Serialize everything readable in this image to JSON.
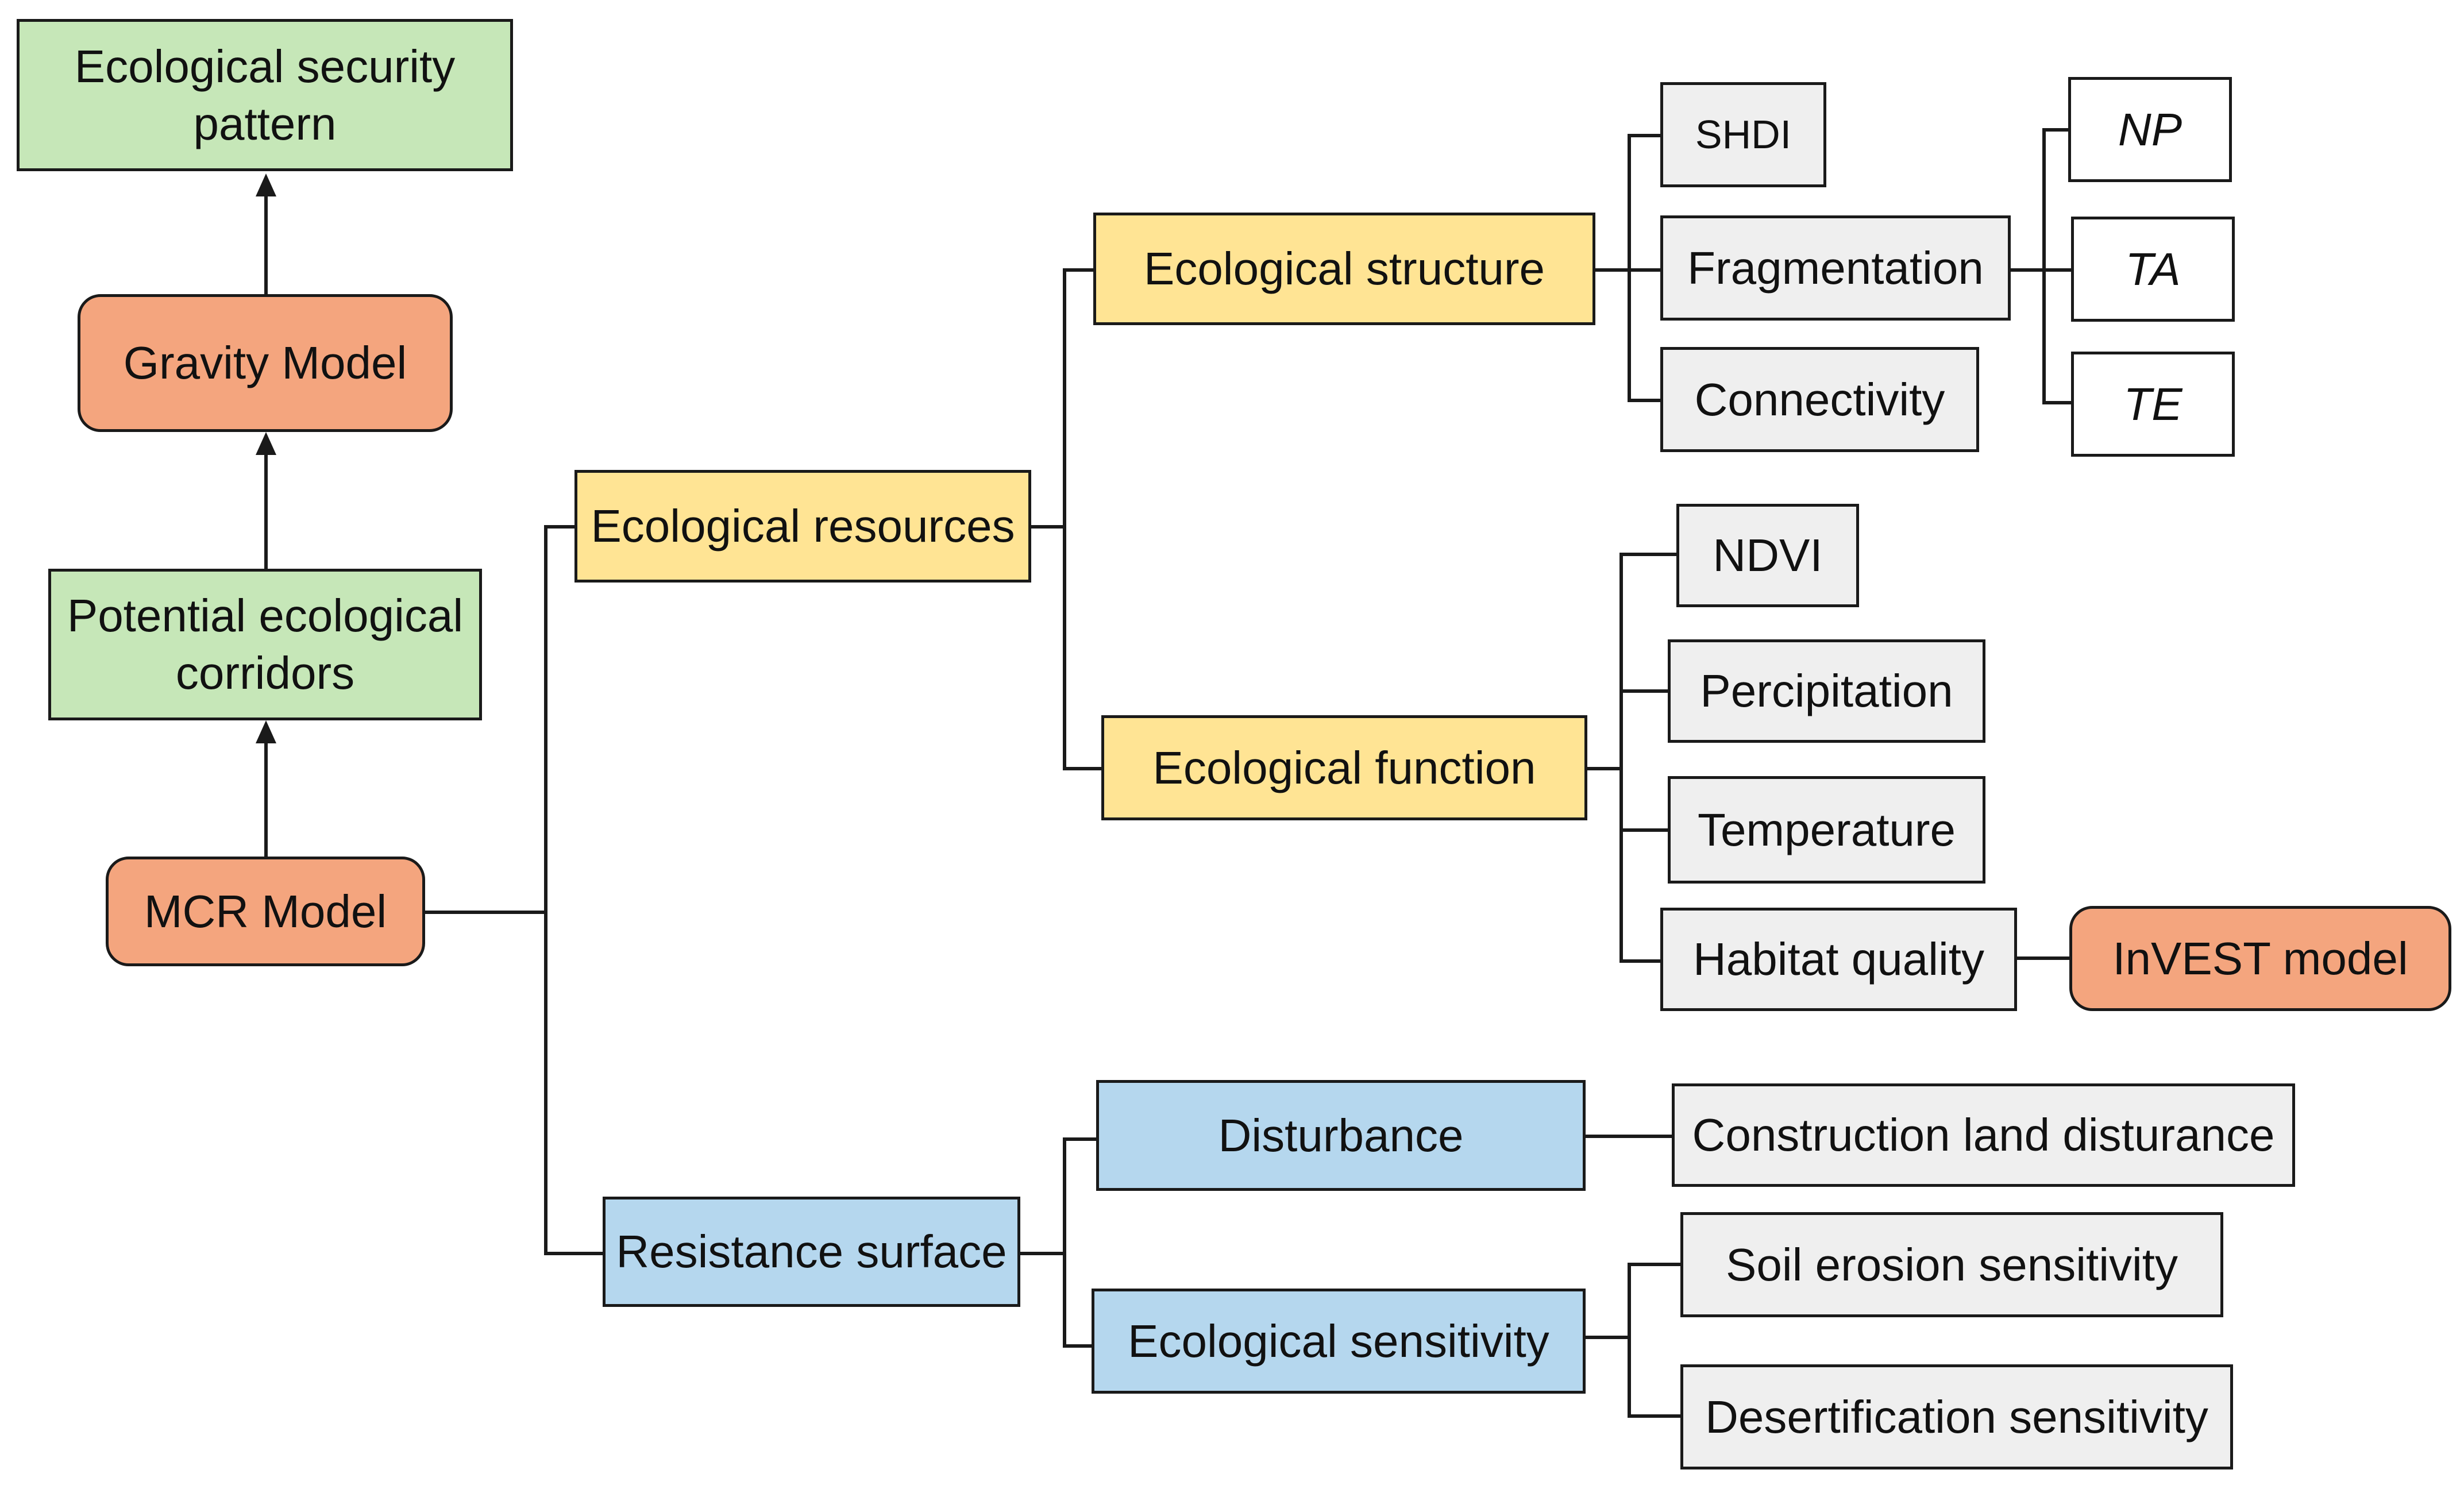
{
  "nodes": {
    "security_pattern": "Ecological security pattern",
    "gravity_model": "Gravity Model",
    "potential_corridors": "Potential ecological corridors",
    "mcr_model": "MCR Model",
    "ecological_resources": "Ecological resources",
    "resistance_surface": "Resistance surface",
    "ecological_structure": "Ecological structure",
    "ecological_function": "Ecological function",
    "disturbance": "Disturbance",
    "ecological_sensitivity": "Ecological sensitivity",
    "shdi": "SHDI",
    "fragmentation": "Fragmentation",
    "connectivity": "Connectivity",
    "np": "NP",
    "ta": "TA",
    "te": "TE",
    "ndvi": "NDVI",
    "percipitation": "Percipitation",
    "temperature": "Temperature",
    "habitat_quality": "Habitat quality",
    "invest_model": "InVEST model",
    "construction_disturbance": "Construction land disturance",
    "soil_erosion": "Soil erosion sensitivity",
    "desertification": "Desertification sensitivity"
  },
  "colors": {
    "green": "#c6e7b8",
    "orange": "#f4a57e",
    "yellow": "#ffe494",
    "blue": "#b5d7ee",
    "gray": "#efefef",
    "line": "#1a1a1a"
  }
}
